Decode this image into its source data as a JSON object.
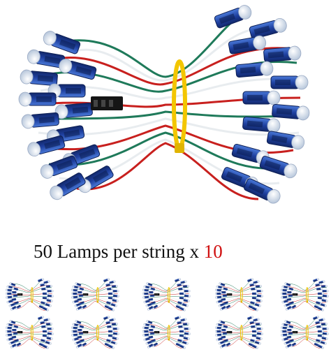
{
  "caption": {
    "text": "50 Lamps per string x",
    "multiplier": "10"
  },
  "colors": {
    "caption_text": "#111111",
    "multiplier": "#d01010",
    "lamp_housing": "#1e3f9e",
    "lamp_dome": "#dfe8f3",
    "wire_red": "#c8201e",
    "wire_green": "#1f7a5a",
    "wire_white": "#e8ecef",
    "cable_tie": "#f3c600",
    "connector": "#151515"
  },
  "thumbnails": {
    "rows": 2,
    "columns": 5,
    "count": 10
  }
}
